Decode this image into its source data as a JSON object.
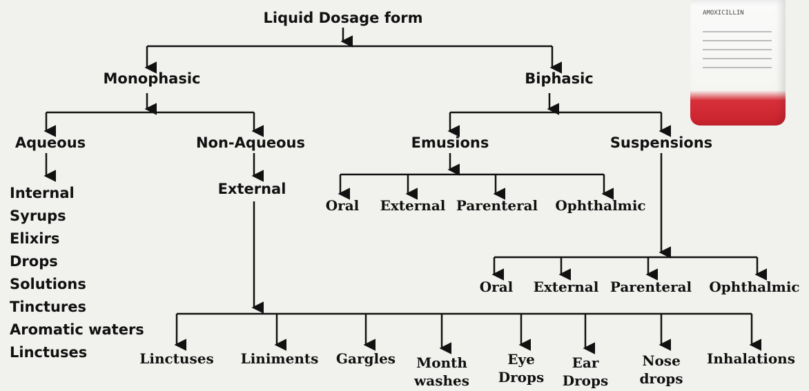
{
  "title": "Liquid Dosage form",
  "level1": {
    "left": "Monophasic",
    "right": "Biphasic"
  },
  "monophasic": {
    "aqueous": "Aqueous",
    "non_aqueous": "Non-Aqueous"
  },
  "aqueous_internal": {
    "heading": "Internal",
    "items": [
      "Syrups",
      "Elixirs",
      "Drops",
      "Solutions",
      "Tinctures",
      "Aromatic waters",
      "Linctuses"
    ]
  },
  "non_aqueous_external": {
    "heading": "External",
    "items": [
      "Linctuses",
      "Liniments",
      "Gargles",
      "Month washes",
      "Eye Drops",
      "Ear Drops",
      "Nose drops",
      "Inhalations"
    ]
  },
  "biphasic": {
    "emulsions": "Emusions",
    "suspensions": "Suspensions"
  },
  "emulsion_types": [
    "Oral",
    "External",
    "Parenteral",
    "Ophthalmic"
  ],
  "suspension_types": [
    "Oral",
    "External",
    "Parenteral",
    "Ophthalmic"
  ],
  "bottle_label": "AMOXICILLIN",
  "colors": {
    "line": "#111111",
    "background": "#f1f1ee",
    "bottle_cap": "#c8222d"
  }
}
